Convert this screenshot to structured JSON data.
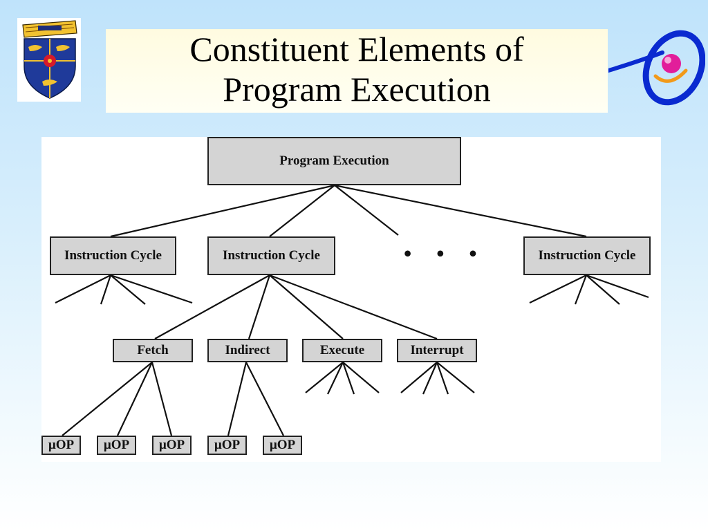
{
  "slide": {
    "title_line1": "Constituent Elements of",
    "title_line2": "Program Execution"
  },
  "diagram": {
    "root": "Program Execution",
    "cycles": [
      "Instruction Cycle",
      "Instruction Cycle",
      "Instruction Cycle"
    ],
    "ellipsis": "• • •",
    "phases": [
      "Fetch",
      "Indirect",
      "Execute",
      "Interrupt"
    ],
    "uops": [
      "µOP",
      "µOP",
      "µOP",
      "µOP",
      "µOP"
    ]
  },
  "colors": {
    "node_fill": "#d4d4d4",
    "node_border": "#222222",
    "title_bg": "#fffbe0",
    "background_top": "#bfe3fb"
  },
  "icons": {
    "left_logo": "university-crest-icon",
    "right_logo": "orbit-logo-icon"
  }
}
